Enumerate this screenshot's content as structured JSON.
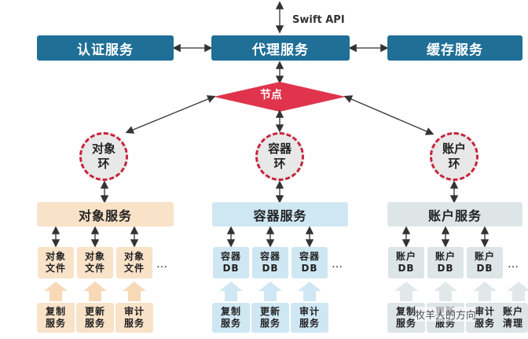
{
  "api_label": "Swift API",
  "top_services": {
    "auth": "认证服务",
    "proxy": "代理服务",
    "cache": "缓存服务"
  },
  "node": "节点",
  "rings": {
    "object": "对象\n环",
    "container": "容器\n环",
    "account": "账户\n环"
  },
  "services": {
    "object": "对象服务",
    "container": "容器服务",
    "account": "账户服务"
  },
  "object_files": [
    "对象\n文件",
    "对象\n文件",
    "对象\n文件"
  ],
  "container_dbs": [
    "容器\nDB",
    "容器\nDB",
    "容器\nDB"
  ],
  "account_dbs": [
    "账户\nDB",
    "账户\nDB",
    "账户\nDB"
  ],
  "ellipsis": "…",
  "object_workers": [
    "复制\n服务",
    "更新\n服务",
    "审计\n服务"
  ],
  "container_workers": [
    "复制\n服务",
    "更新\n服务",
    "审计\n服务"
  ],
  "account_workers": [
    "复制\n服务",
    "更新\n服务",
    "审计\n服务",
    "账户\n清理"
  ],
  "watermark": "牧羊人的方向",
  "colors": {
    "top": "#1f6f97",
    "diamond": "#e0344c",
    "ring_dash": "#c8243b",
    "object": "#f8e2c8",
    "container": "#cfe7f3",
    "account": "#dde5e7",
    "arrow_obj": "#f7d9b8",
    "arrow_con": "#cfe7f3",
    "arrow_acc": "#e2e8ea"
  }
}
